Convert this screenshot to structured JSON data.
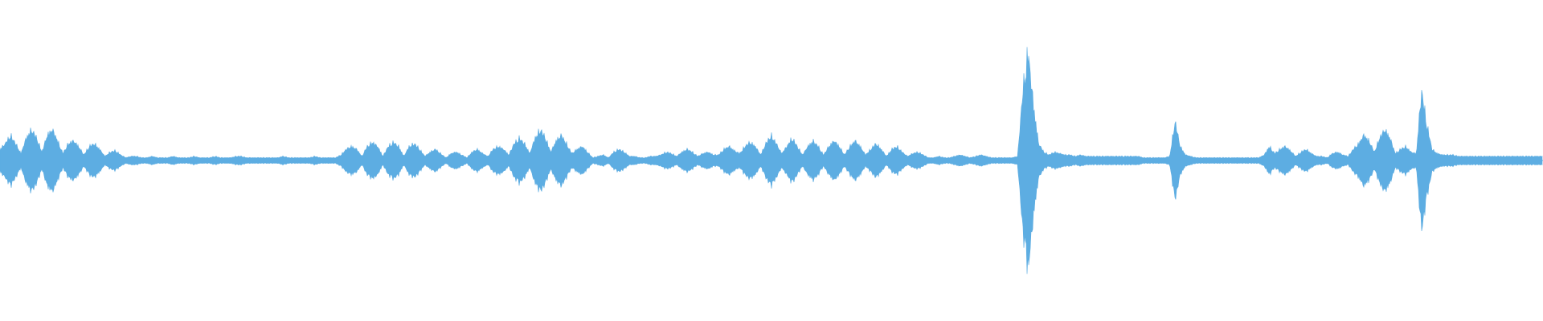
{
  "waveform": {
    "color": "#5dade2",
    "background": "#ffffff",
    "samples_normalized_peak": [
      0.08,
      0.12,
      0.18,
      0.12,
      0.05,
      0.16,
      0.22,
      0.16,
      0.06,
      0.18,
      0.22,
      0.14,
      0.05,
      0.12,
      0.14,
      0.1,
      0.04,
      0.1,
      0.12,
      0.08,
      0.03,
      0.06,
      0.07,
      0.04,
      0.02,
      0.03,
      0.03,
      0.02,
      0.02,
      0.03,
      0.02,
      0.02,
      0.02,
      0.03,
      0.02,
      0.02,
      0.02,
      0.03,
      0.02,
      0.02,
      0.02,
      0.03,
      0.02,
      0.02,
      0.02,
      0.03,
      0.03,
      0.02,
      0.02,
      0.02,
      0.02,
      0.02,
      0.02,
      0.02,
      0.03,
      0.02,
      0.02,
      0.02,
      0.02,
      0.02,
      0.03,
      0.02,
      0.02,
      0.02,
      0.02,
      0.04,
      0.08,
      0.1,
      0.08,
      0.03,
      0.1,
      0.13,
      0.1,
      0.03,
      0.1,
      0.13,
      0.1,
      0.03,
      0.1,
      0.12,
      0.08,
      0.03,
      0.06,
      0.08,
      0.05,
      0.02,
      0.05,
      0.06,
      0.04,
      0.02,
      0.06,
      0.08,
      0.05,
      0.03,
      0.08,
      0.1,
      0.08,
      0.04,
      0.12,
      0.16,
      0.12,
      0.05,
      0.16,
      0.22,
      0.16,
      0.06,
      0.14,
      0.18,
      0.12,
      0.05,
      0.08,
      0.1,
      0.06,
      0.02,
      0.03,
      0.04,
      0.02,
      0.06,
      0.08,
      0.06,
      0.03,
      0.03,
      0.02,
      0.02,
      0.03,
      0.03,
      0.04,
      0.06,
      0.05,
      0.03,
      0.06,
      0.08,
      0.06,
      0.03,
      0.05,
      0.06,
      0.04,
      0.04,
      0.08,
      0.1,
      0.07,
      0.05,
      0.1,
      0.13,
      0.1,
      0.04,
      0.12,
      0.18,
      0.12,
      0.05,
      0.1,
      0.16,
      0.1,
      0.04,
      0.1,
      0.14,
      0.1,
      0.04,
      0.1,
      0.14,
      0.1,
      0.04,
      0.1,
      0.14,
      0.1,
      0.04,
      0.08,
      0.12,
      0.08,
      0.03,
      0.08,
      0.1,
      0.06,
      0.03,
      0.05,
      0.06,
      0.04,
      0.02,
      0.02,
      0.03,
      0.02,
      0.02,
      0.03,
      0.04,
      0.03,
      0.02,
      0.03,
      0.04,
      0.03,
      0.02,
      0.02,
      0.02,
      0.02,
      0.02,
      0.03,
      0.5,
      0.78,
      0.4,
      0.12,
      0.06,
      0.04,
      0.06,
      0.05,
      0.04,
      0.04,
      0.03,
      0.04,
      0.03,
      0.03,
      0.03,
      0.03,
      0.03,
      0.03,
      0.03,
      0.03,
      0.03,
      0.03,
      0.03,
      0.02,
      0.02,
      0.02,
      0.02,
      0.02,
      0.03,
      0.28,
      0.1,
      0.04,
      0.03,
      0.02,
      0.02,
      0.02,
      0.02,
      0.02,
      0.02,
      0.02,
      0.02,
      0.02,
      0.02,
      0.02,
      0.02,
      0.02,
      0.04,
      0.1,
      0.05,
      0.08,
      0.1,
      0.07,
      0.03,
      0.06,
      0.08,
      0.05,
      0.03,
      0.03,
      0.02,
      0.05,
      0.06,
      0.04,
      0.03,
      0.08,
      0.12,
      0.18,
      0.14,
      0.06,
      0.16,
      0.22,
      0.16,
      0.05,
      0.08,
      0.1,
      0.06,
      0.05,
      0.5,
      0.26,
      0.08,
      0.05,
      0.04,
      0.04,
      0.04,
      0.03,
      0.03,
      0.03,
      0.03,
      0.03,
      0.03,
      0.03,
      0.03,
      0.03,
      0.03,
      0.03,
      0.03,
      0.03,
      0.03,
      0.03,
      0.03,
      0.03
    ]
  }
}
